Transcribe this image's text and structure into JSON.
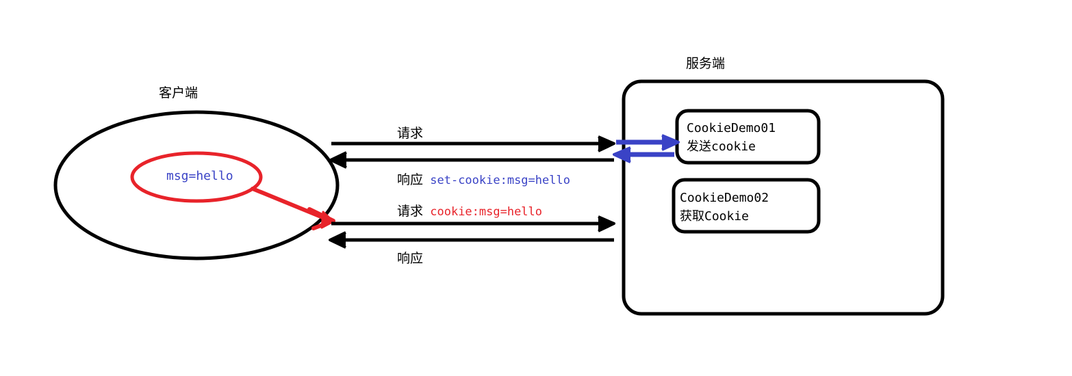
{
  "diagram": {
    "title_client": "客户端",
    "title_server": "服务端",
    "colors": {
      "stroke_black": "#000000",
      "cookie_red": "#e8232a",
      "arrow_blue": "#3a43c6",
      "text_blue": "#3a43c6",
      "background": "#ffffff"
    },
    "client": {
      "label": "客户端",
      "cookie_store": {
        "value": "msg=hello"
      }
    },
    "server": {
      "label": "服务端",
      "servlets": [
        {
          "name": "CookieDemo01",
          "description": "发送cookie"
        },
        {
          "name": "CookieDemo02",
          "description": "获取Cookie"
        }
      ]
    },
    "messages": [
      {
        "id": "request-1",
        "label": "请求",
        "detail": "",
        "direction": "client-to-server"
      },
      {
        "id": "response-1",
        "label": "响应",
        "detail": "set-cookie:msg=hello",
        "detail_color": "#3a43c6",
        "direction": "server-to-client"
      },
      {
        "id": "request-2",
        "label": "请求",
        "detail": "cookie:msg=hello",
        "detail_color": "#e8232a",
        "direction": "client-to-server"
      },
      {
        "id": "response-2",
        "label": "响应",
        "detail": "",
        "direction": "server-to-client"
      }
    ]
  }
}
